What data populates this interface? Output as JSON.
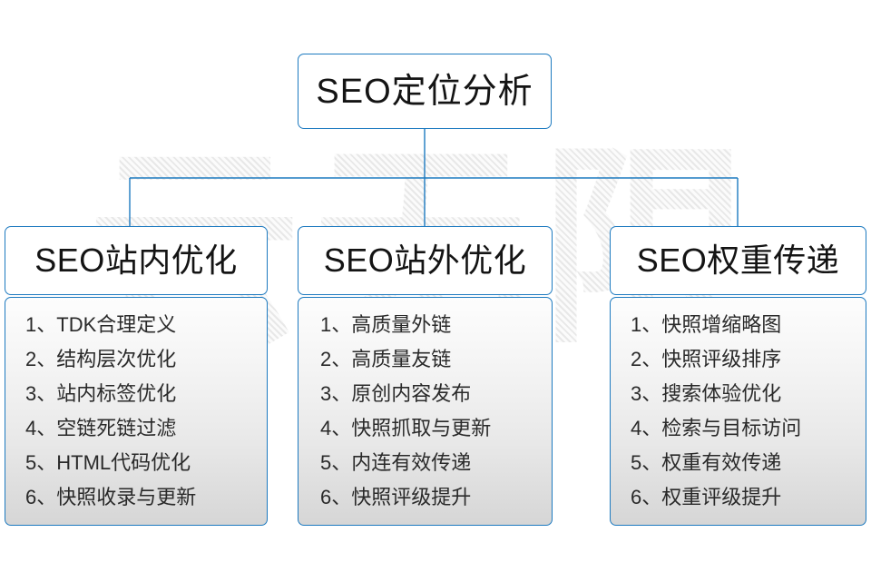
{
  "watermark": {
    "text": "云无限"
  },
  "diagram": {
    "root": {
      "label": "SEO定位分析"
    },
    "branches": [
      {
        "header": "SEO站内优化",
        "items": [
          {
            "num": "1、",
            "text": "TDK合理定义"
          },
          {
            "num": "2、",
            "text": "结构层次优化"
          },
          {
            "num": "3、",
            "text": "站内标签优化"
          },
          {
            "num": "4、",
            "text": "空链死链过滤"
          },
          {
            "num": "5、",
            "text": "HTML代码优化"
          },
          {
            "num": "6、",
            "text": "快照收录与更新"
          }
        ]
      },
      {
        "header": "SEO站外优化",
        "items": [
          {
            "num": "1、",
            "text": "高质量外链"
          },
          {
            "num": "2、",
            "text": "高质量友链"
          },
          {
            "num": "3、",
            "text": "原创内容发布"
          },
          {
            "num": "4、",
            "text": "快照抓取与更新"
          },
          {
            "num": "5、",
            "text": "内连有效传递"
          },
          {
            "num": "6、",
            "text": "快照评级提升"
          }
        ]
      },
      {
        "header": "SEO权重传递",
        "items": [
          {
            "num": "1、",
            "text": "快照增缩略图"
          },
          {
            "num": "2、",
            "text": "快照评级排序"
          },
          {
            "num": "3、",
            "text": "搜索体验优化"
          },
          {
            "num": "4、",
            "text": "检索与目标访问"
          },
          {
            "num": "5、",
            "text": "权重有效传递"
          },
          {
            "num": "6、",
            "text": "权重评级提升"
          }
        ]
      }
    ]
  },
  "colors": {
    "border": "#1d7ac0",
    "connector": "#1d7ac0",
    "text": "#141414",
    "body_text": "#2a2a2a",
    "background": "#ffffff",
    "watermark": "#e7e7e7"
  }
}
